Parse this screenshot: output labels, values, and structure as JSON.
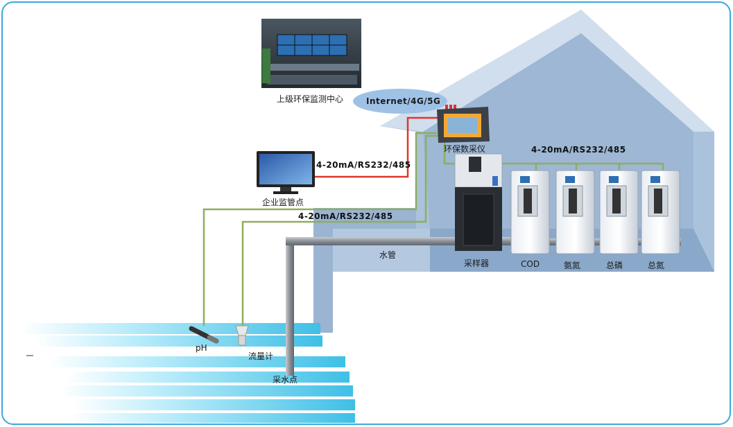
{
  "labels": {
    "monitoring_center": "上级环保监测中心",
    "network": "Internet/4G/5G",
    "data_logger": "环保数采仪",
    "protocol_instruments": "4-20mA/RS232/485",
    "protocol_enterprise": "4-20mA/RS232/485",
    "protocol_sensors": "4-20mA/RS232/485",
    "enterprise_point": "企业监管点",
    "water_pipe": "水管",
    "sampler": "采样器",
    "analyzer_cod": "COD",
    "analyzer_ammonia": "氨氮",
    "analyzer_tp": "总磷",
    "analyzer_tn": "总氮",
    "ph_sensor": "pH",
    "flow_meter": "流量计",
    "sampling_point": "采水点"
  },
  "colors": {
    "frame": "#3aa9d9",
    "house_fill": "#aac2dc",
    "house_dark": "#7f9fc4",
    "red_link": "#e0342e",
    "green_link": "#8fae5c",
    "network_ellipse": "#9fc1e6",
    "water": "#6ed0ec"
  },
  "icons": {
    "screen_wall": "control-room-photo",
    "monitor": "desktop-monitor-icon",
    "logger": "data-logger-device",
    "analyzer": "analyzer-cabinet",
    "ph": "ph-probe-icon",
    "flow": "flow-meter-icon"
  }
}
